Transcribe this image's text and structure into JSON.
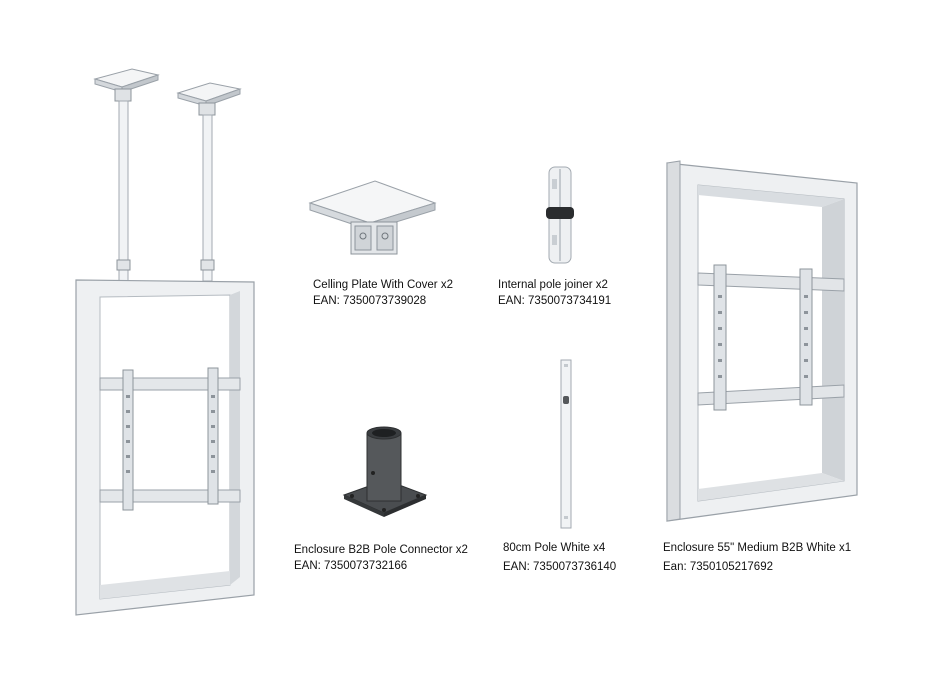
{
  "products": [
    {
      "id": "ceiling_mount_assembled",
      "name": "",
      "ean": ""
    },
    {
      "id": "ceiling_plate",
      "name": "Celling Plate With Cover x2",
      "ean": "EAN: 7350073739028"
    },
    {
      "id": "pole_joiner",
      "name": "Internal pole joiner x2",
      "ean": "EAN: 7350073734191"
    },
    {
      "id": "pole_connector",
      "name": "Enclosure B2B Pole Connector x2",
      "ean": "EAN: 7350073732166"
    },
    {
      "id": "pole",
      "name": "80cm Pole White x4",
      "ean": "EAN: 7350073736140"
    },
    {
      "id": "enclosure",
      "name": "Enclosure 55\" Medium B2B White x1",
      "ean": "Ean: 7350105217692"
    }
  ],
  "colors": {
    "frame_white": "#eef0f2",
    "frame_shade": "#c9ced3",
    "frame_edge": "#9aa1a8",
    "dark_metal": "#4a4d50",
    "background": "#ffffff"
  }
}
